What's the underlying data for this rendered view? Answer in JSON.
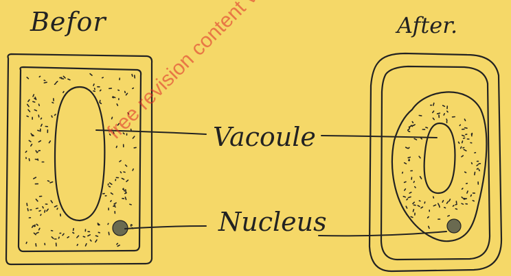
{
  "diagram": {
    "before_title": "Befor",
    "after_title": "After.",
    "vacuole_label": "Vacoule",
    "nucleus_label": "Nucleus"
  },
  "watermark": {
    "text": "free revision content visit: www.fre"
  },
  "colors": {
    "background": "#f5d868",
    "ink": "#222222",
    "nucleus_fill": "#6a6a50",
    "watermark": "#dc2828"
  }
}
